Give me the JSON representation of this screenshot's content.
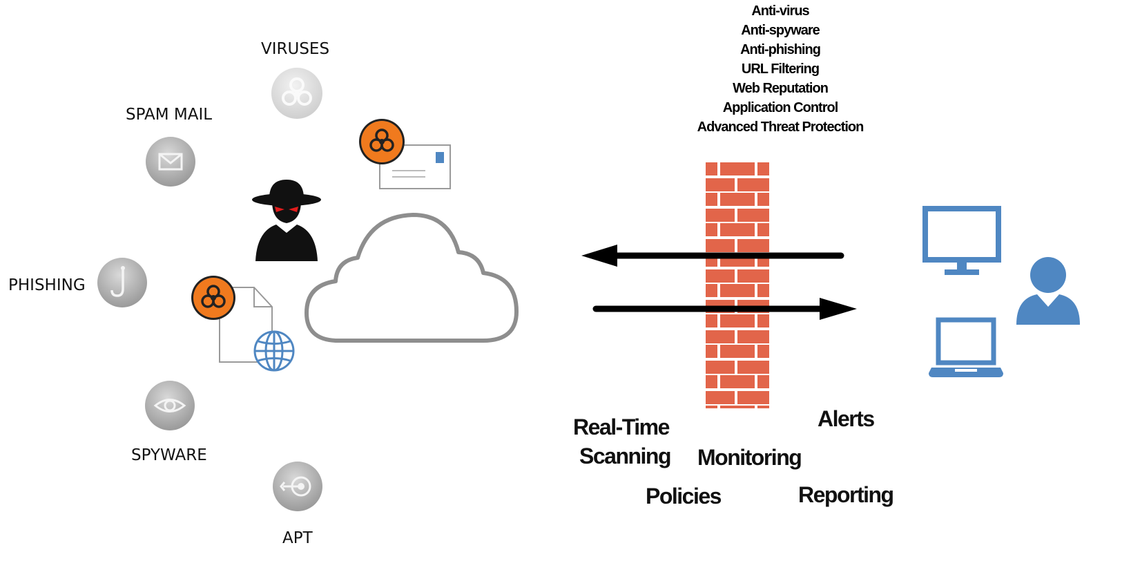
{
  "threats": {
    "viruses": "VIRUSES",
    "spam_mail": "SPAM MAIL",
    "phishing": "PHISHING",
    "spyware": "SPYWARE",
    "apt": "APT"
  },
  "features": [
    "Anti-virus",
    "Anti-spyware",
    "Anti-phishing",
    "URL Filtering",
    "Web Reputation",
    "Application Control",
    "Advanced Threat Protection"
  ],
  "capabilities": {
    "real_time_line1": "Real-Time",
    "real_time_line2": "Scanning",
    "monitoring": "Monitoring",
    "alerts": "Alerts",
    "policies": "Policies",
    "reporting": "Reporting"
  },
  "icons": {
    "viruses": "biohazard-icon",
    "spam_mail": "envelope-icon",
    "phishing": "hook-icon",
    "spyware": "eye-icon",
    "apt": "target-icon",
    "attacker": "hacker-icon",
    "infected_mail": "infected-mail-icon",
    "infected_web": "infected-web-page-icon",
    "cloud": "cloud-icon",
    "firewall": "firewall-icon",
    "desktop": "desktop-icon",
    "laptop": "laptop-icon",
    "user": "user-icon"
  },
  "colors": {
    "brick": "#e2654a",
    "device_blue": "#4f87c2",
    "biohazard_orange": "#f07a1e",
    "threat_gray": "#aaaaaa"
  }
}
